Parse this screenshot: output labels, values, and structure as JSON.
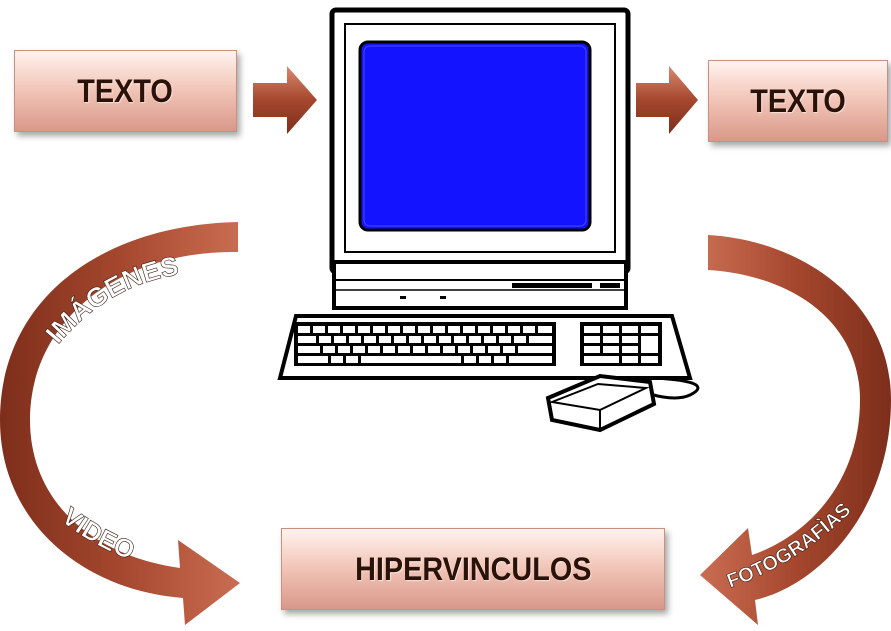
{
  "boxes": {
    "texto_left": "TEXTO",
    "texto_right": "TEXTO",
    "hipervinculos": "HIPERVINCULOS"
  },
  "curved_labels": {
    "imagenes": "IMÁGENES",
    "video": "VIDEO",
    "fotografias": "FOTOGRAFÌAS"
  },
  "colors": {
    "arrow": "#9a3f28",
    "arrow_light": "#c96d52",
    "screen": "#1313ff",
    "box_top": "#fff3ef",
    "box_bottom": "#d9988a"
  }
}
